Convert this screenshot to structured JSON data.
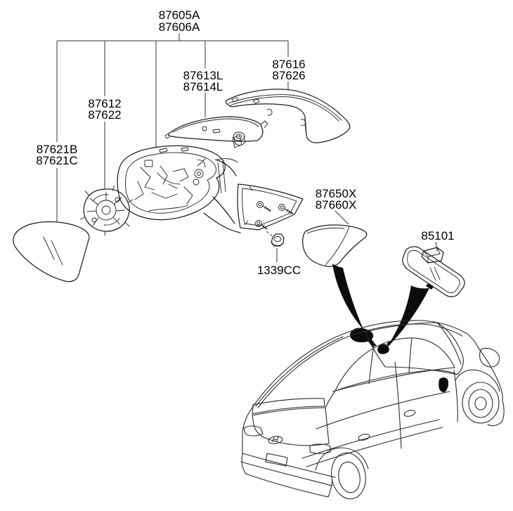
{
  "diagram": {
    "background": "#ffffff",
    "stroke_color": "#1f1f1f",
    "labels": {
      "mirror_assembly": {
        "line1": "87605A",
        "line2": "87606A"
      },
      "bracket_cover": {
        "line1": "87613L",
        "line2": "87614L"
      },
      "outer_cover": {
        "line1": "87616",
        "line2": "87626"
      },
      "actuator": {
        "line1": "87612",
        "line2": "87622"
      },
      "glass": {
        "line1": "87621B",
        "line2": "87621C"
      },
      "blanking_cover": {
        "line1": "87650X",
        "line2": "87660X"
      },
      "inside_mirror": {
        "line1": "85101"
      },
      "nut": {
        "line1": "1339CC"
      }
    }
  }
}
